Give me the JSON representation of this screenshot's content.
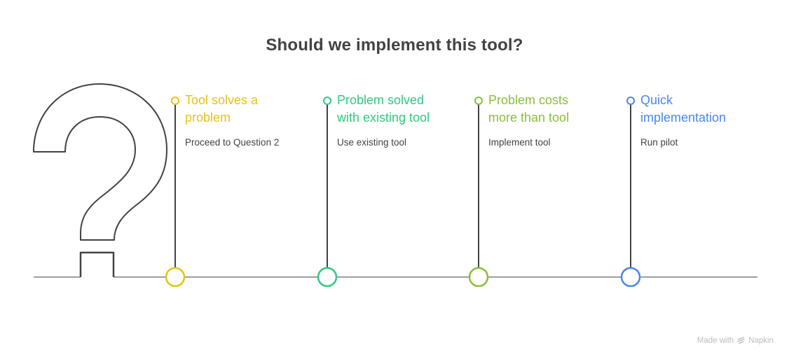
{
  "title": "Should we implement this tool?",
  "colors": {
    "title": "#424242",
    "subtitle": "#424242",
    "stem_line": "#424242",
    "question_mark": "#424242",
    "baseline": "#9E9E9E",
    "footer_text": "#BDBDBD"
  },
  "milestones": [
    {
      "heading": "Tool solves a problem",
      "subtitle": "Proceed to Question 2",
      "color": "#E4C413"
    },
    {
      "heading": "Problem solved with existing tool",
      "subtitle": "Use existing tool",
      "color": "#2FC97F"
    },
    {
      "heading": "Problem costs more than tool",
      "subtitle": "Implement tool",
      "color": "#8BBD3C"
    },
    {
      "heading": "Quick implementation",
      "subtitle": "Run pilot",
      "color": "#4A86EC"
    }
  ],
  "footer": {
    "made_with": "Made with",
    "brand": "Napkin"
  }
}
